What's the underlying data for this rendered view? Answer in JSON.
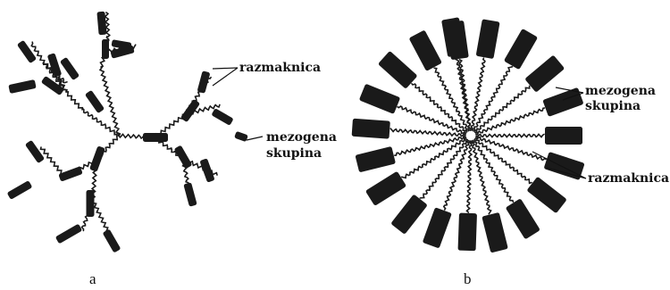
{
  "figure": {
    "panel_a": {
      "caption": "a",
      "label_spacer": "razmaknica",
      "label_mesogen": [
        "mezogena",
        "skupina"
      ]
    },
    "panel_b": {
      "caption": "b",
      "label_mesogen": [
        "mezogena",
        "skupina"
      ],
      "label_spacer": "razmaknica"
    }
  },
  "colors": {
    "ink": "#1a1a1a",
    "background": "#ffffff"
  }
}
